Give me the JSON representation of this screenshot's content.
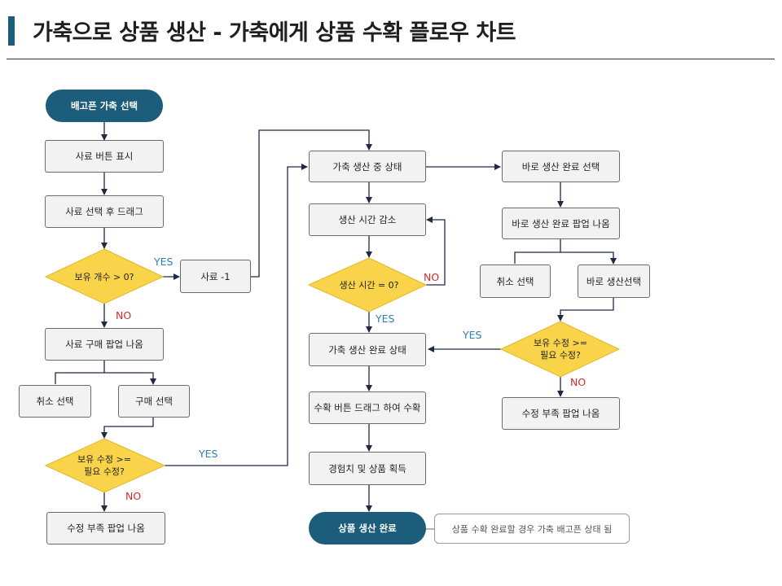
{
  "title": "가축으로 상품 생산 - 가축에게 상품 수확 플로우 차트",
  "nodes": {
    "start": "배고픈 가축 선택",
    "feed_button": "사료 버튼 표시",
    "feed_drag": "사료 선택 후 드래그",
    "has_feed": "보유 개수 > 0?",
    "feed_minus": "사료 -1",
    "buy_popup": "사료 구매 팝업 나옴",
    "cancel_1": "취소 선택",
    "buy_select": "구매 선택",
    "crystal_check_1": "보유 수정 >=\n필요 수정?",
    "crystal_short_1": "수정 부족 팝업 나옴",
    "producing": "가축 생산 중 상태",
    "time_decrease": "생산 시간 감소",
    "time_zero": "생산 시간 = 0?",
    "produce_done": "가축 생산 완료 상태",
    "harvest_drag": "수확 버튼 드래그 하여 수확",
    "reward": "경험치 및 상품 획득",
    "end": "상품 생산 완료",
    "instant_select": "바로 생산 완료 선택",
    "instant_popup": "바로 생산 완료 팝업 나옴",
    "cancel_2": "취소 선택",
    "instant_confirm": "바로 생산선택",
    "crystal_check_2": "보유 수정 >=\n필요 수정?",
    "crystal_short_2": "수정 부족 팝업 나옴"
  },
  "note": "상품 수확 완료할 경우 가축 배고픈 상태 됨",
  "labels": {
    "yes": "YES",
    "no": "NO"
  },
  "colors": {
    "terminal": "#1b5d7a",
    "decision": "#f9d44a",
    "process": "#f2f2f2",
    "yes": "#2f7fb0",
    "no": "#d12a2a"
  }
}
